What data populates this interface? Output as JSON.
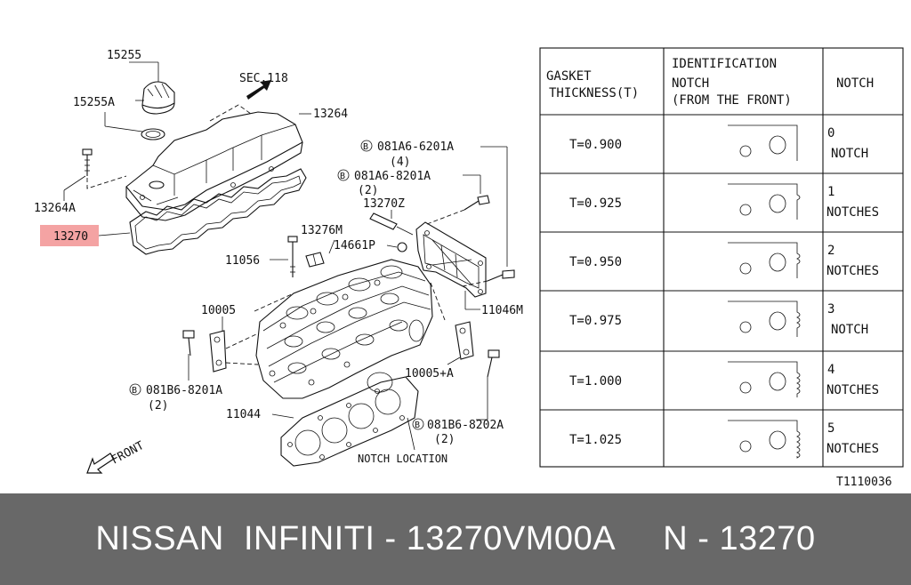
{
  "callouts": {
    "p15255": "15255",
    "p15255A": "15255A",
    "sec118": "SEC.118",
    "p13264": "13264",
    "p13264A": "13264A",
    "p13270": "13270",
    "p081A6_6201A": "081A6-6201A",
    "qty4": "(4)",
    "p081A6_8201A": "081A6-8201A",
    "qty2a": "(2)",
    "p13270Z": "13270Z",
    "p13276M": "13276M",
    "p14661P": "14661P",
    "p11056": "11056",
    "p11046M": "11046M",
    "p10005": "10005",
    "p10005A": "10005+A",
    "p081B6_8201A": "081B6-8201A",
    "qty2b": "(2)",
    "p11044": "11044",
    "p081B6_8202A": "081B6-8202A",
    "qty2c": "(2)",
    "notch_location": "NOTCH LOCATION",
    "front": "FRONT",
    "bolt_marker": "B"
  },
  "highlight_color": "#f4a3a3",
  "table": {
    "headers": {
      "thickness_l1": "GASKET",
      "thickness_l2": "THICKNESS(T)",
      "ident_l1": "IDENTIFICATION",
      "ident_l2": "NOTCH",
      "ident_l3": "(FROM THE FRONT)",
      "notch": "NOTCH"
    },
    "rows": [
      {
        "t": "T=0.900",
        "notch_l1": "0",
        "notch_l2": "NOTCH",
        "notches": 0
      },
      {
        "t": "T=0.925",
        "notch_l1": "1",
        "notch_l2": "NOTCHES",
        "notches": 1
      },
      {
        "t": "T=0.950",
        "notch_l1": "2",
        "notch_l2": "NOTCHES",
        "notches": 2
      },
      {
        "t": "T=0.975",
        "notch_l1": "3",
        "notch_l2": "NOTCH",
        "notches": 3
      },
      {
        "t": "T=1.000",
        "notch_l1": "4",
        "notch_l2": "NOTCHES",
        "notches": 4
      },
      {
        "t": "T=1.025",
        "notch_l1": "5",
        "notch_l2": "NOTCHES",
        "notches": 5
      }
    ]
  },
  "figure_code": "T1110036",
  "banner": {
    "text": "NISSAN  INFINITI - 13270VM00A     N - 13270",
    "background": "#686868"
  }
}
